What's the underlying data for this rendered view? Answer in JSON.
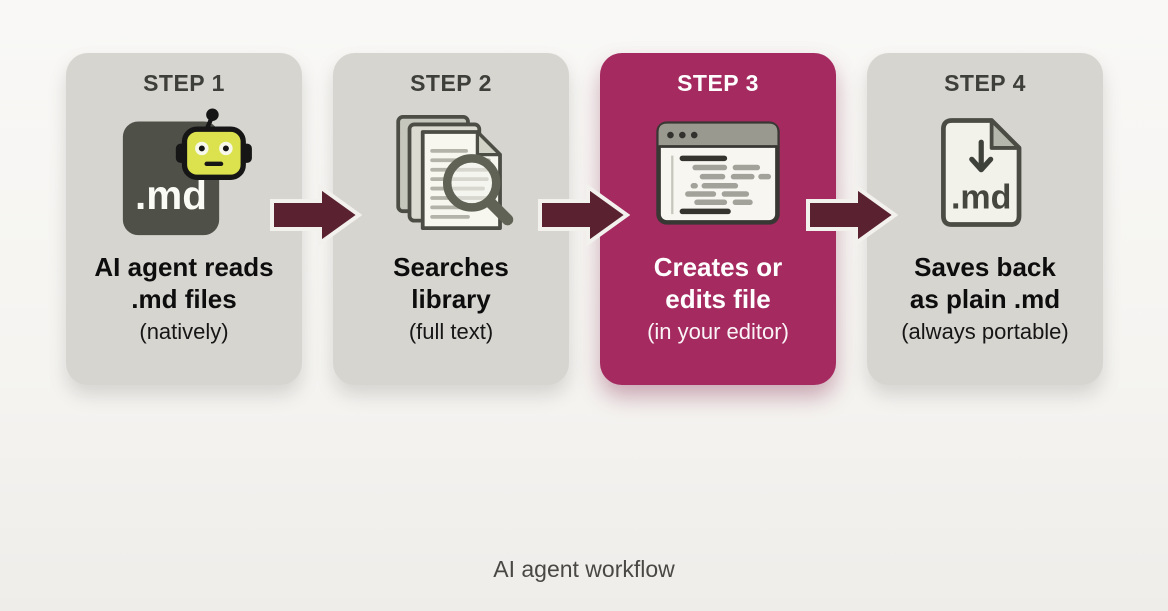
{
  "caption": "AI agent workflow",
  "colors": {
    "background": "#f7f6f4",
    "card_gray": "#d7d5d0",
    "card_accent": "#a42a60",
    "arrow": "#5a2130",
    "dark_icon": "#4f5148",
    "robot_yellow": "#dbe24d"
  },
  "steps": [
    {
      "label": "STEP 1",
      "icon": "md-file-robot-icon",
      "icon_text": ".md",
      "title_line1": "AI agent reads",
      "title_line2": ".md files",
      "subtitle": "(natively)",
      "highlighted": false
    },
    {
      "label": "STEP 2",
      "icon": "documents-search-icon",
      "title_line1": "Searches",
      "title_line2": "library",
      "subtitle": "(full text)",
      "highlighted": false
    },
    {
      "label": "STEP 3",
      "icon": "code-editor-window-icon",
      "title_line1": "Creates or",
      "title_line2": "edits file",
      "subtitle": "(in your editor)",
      "highlighted": true
    },
    {
      "label": "STEP 4",
      "icon": "md-file-download-icon",
      "icon_text": ".md",
      "title_line1": "Saves back",
      "title_line2": "as plain .md",
      "subtitle": "(always portable)",
      "highlighted": false
    }
  ]
}
